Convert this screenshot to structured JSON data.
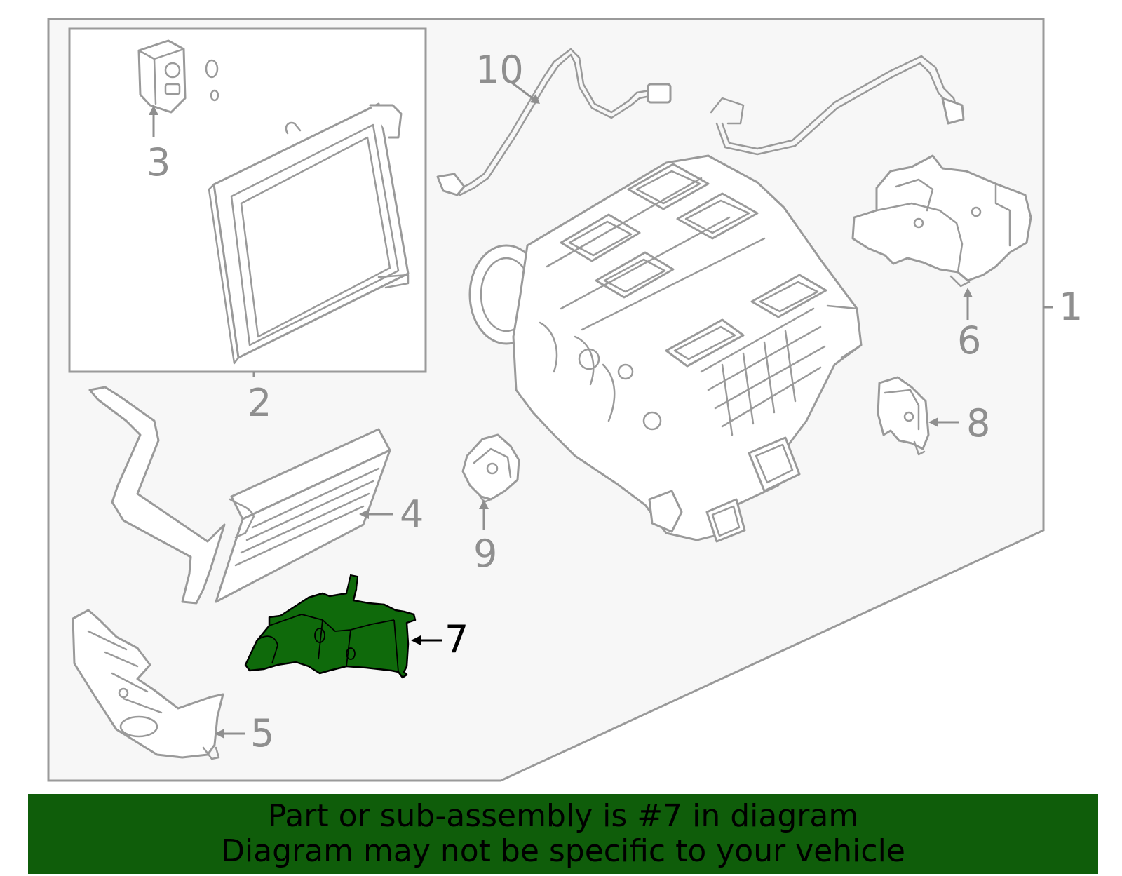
{
  "callouts": {
    "c1": "1",
    "c2": "2",
    "c3": "3",
    "c4": "4",
    "c5": "5",
    "c6": "6",
    "c7": "7",
    "c8": "8",
    "c9": "9",
    "c10": "10"
  },
  "highlight_part": "7",
  "colors": {
    "highlight_fill": "#0f6a0b",
    "banner_bg": "#0f5d0a",
    "line_gray": "#9a9a9a",
    "panel_bg": "#f7f7f7"
  },
  "banner": {
    "line1": "Part or sub-assembly is #7 in diagram",
    "line2": "Diagram may not be specific to your vehicle"
  }
}
